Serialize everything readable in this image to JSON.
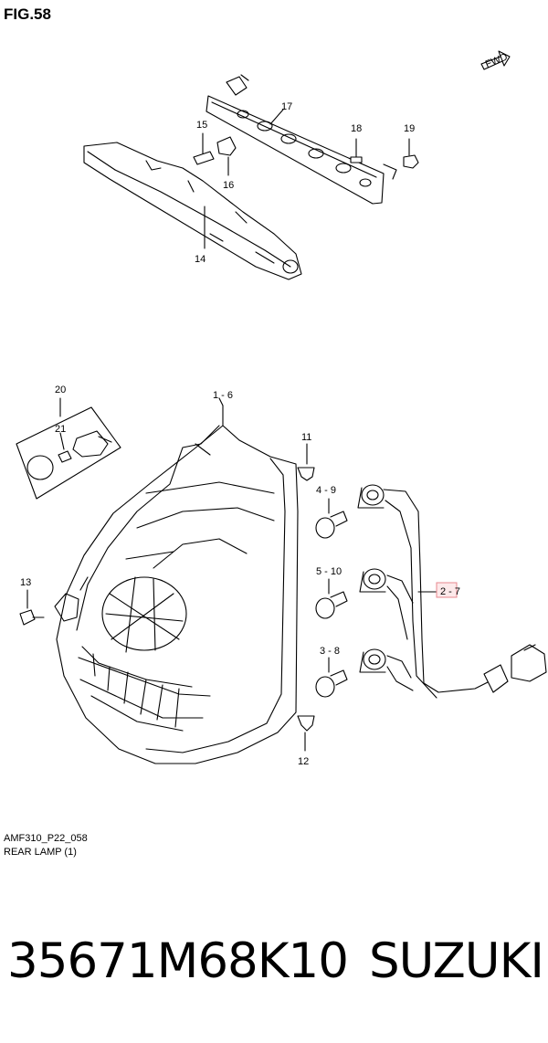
{
  "figure": {
    "title": "FIG.58"
  },
  "direction_badge": "FWD",
  "callouts": {
    "c17": "17",
    "c15": "15",
    "c18": "18",
    "c19": "19",
    "c16": "16",
    "c14": "14",
    "c20": "20",
    "c16b": "1 - 6",
    "c21": "21",
    "c11": "11",
    "c49": "4 - 9",
    "c13": "13",
    "c510": "5 - 10",
    "c27": "2 - 7",
    "c38": "3 - 8",
    "c12": "12"
  },
  "footer": {
    "code": "AMF310_P22_058",
    "description": "REAR LAMP (1)"
  },
  "product": {
    "part_number": "35671M68K10",
    "brand": "SUZUKI"
  },
  "colors": {
    "line": "#000000",
    "highlight": "#e8888f",
    "highlight_fill": "#fde9ea"
  }
}
